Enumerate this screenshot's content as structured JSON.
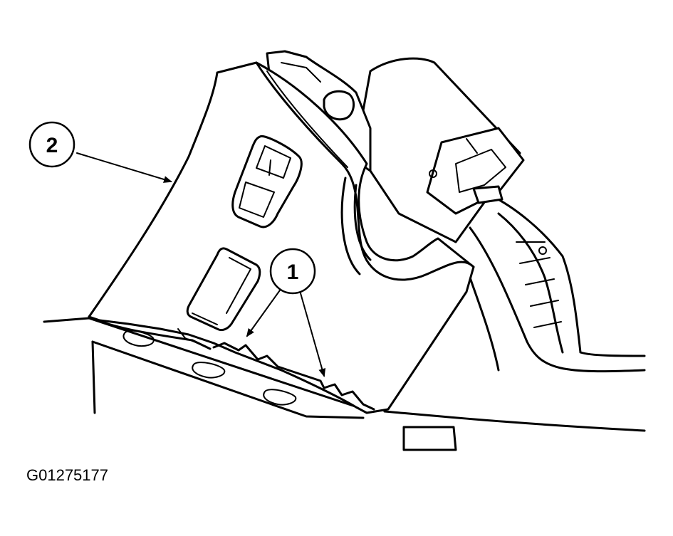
{
  "callouts": [
    {
      "label": "1"
    },
    {
      "label": "2"
    }
  ],
  "figure_id": "G01275177"
}
